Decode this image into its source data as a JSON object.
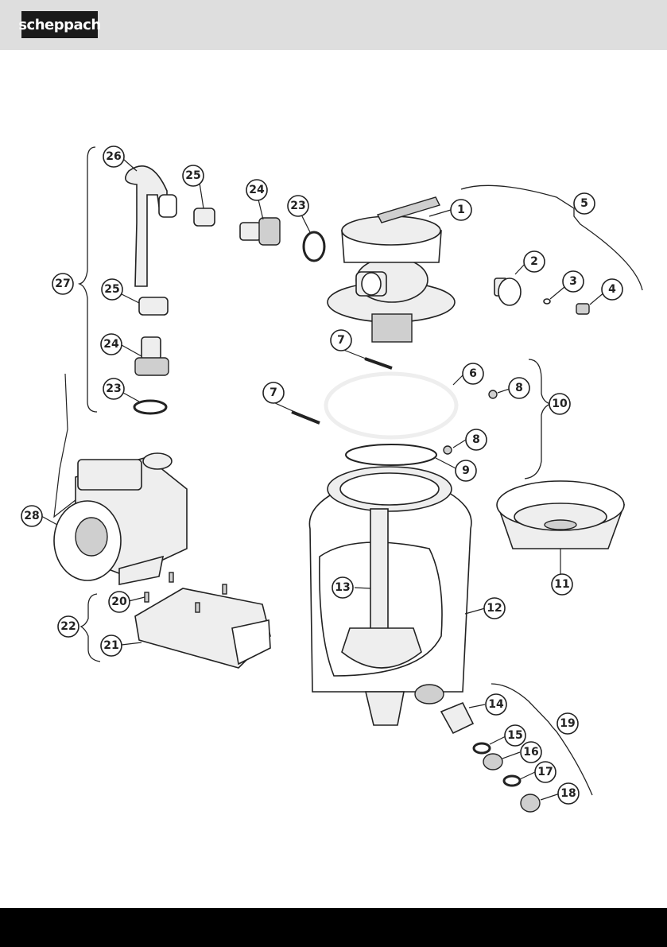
{
  "header": {
    "brand": "scheppach"
  },
  "callouts": {
    "c1": "1",
    "c2": "2",
    "c3": "3",
    "c4": "4",
    "c5": "5",
    "c6": "6",
    "c7a": "7",
    "c7b": "7",
    "c8a": "8",
    "c8b": "8",
    "c9": "9",
    "c10": "10",
    "c11": "11",
    "c12": "12",
    "c13": "13",
    "c14": "14",
    "c15": "15",
    "c16": "16",
    "c17": "17",
    "c18": "18",
    "c19": "19",
    "c20": "20",
    "c21": "21",
    "c22": "22",
    "c23a": "23",
    "c23b": "23",
    "c24a": "24",
    "c24b": "24",
    "c25a": "25",
    "c25b": "25",
    "c26": "26",
    "c27": "27",
    "c28": "28"
  }
}
